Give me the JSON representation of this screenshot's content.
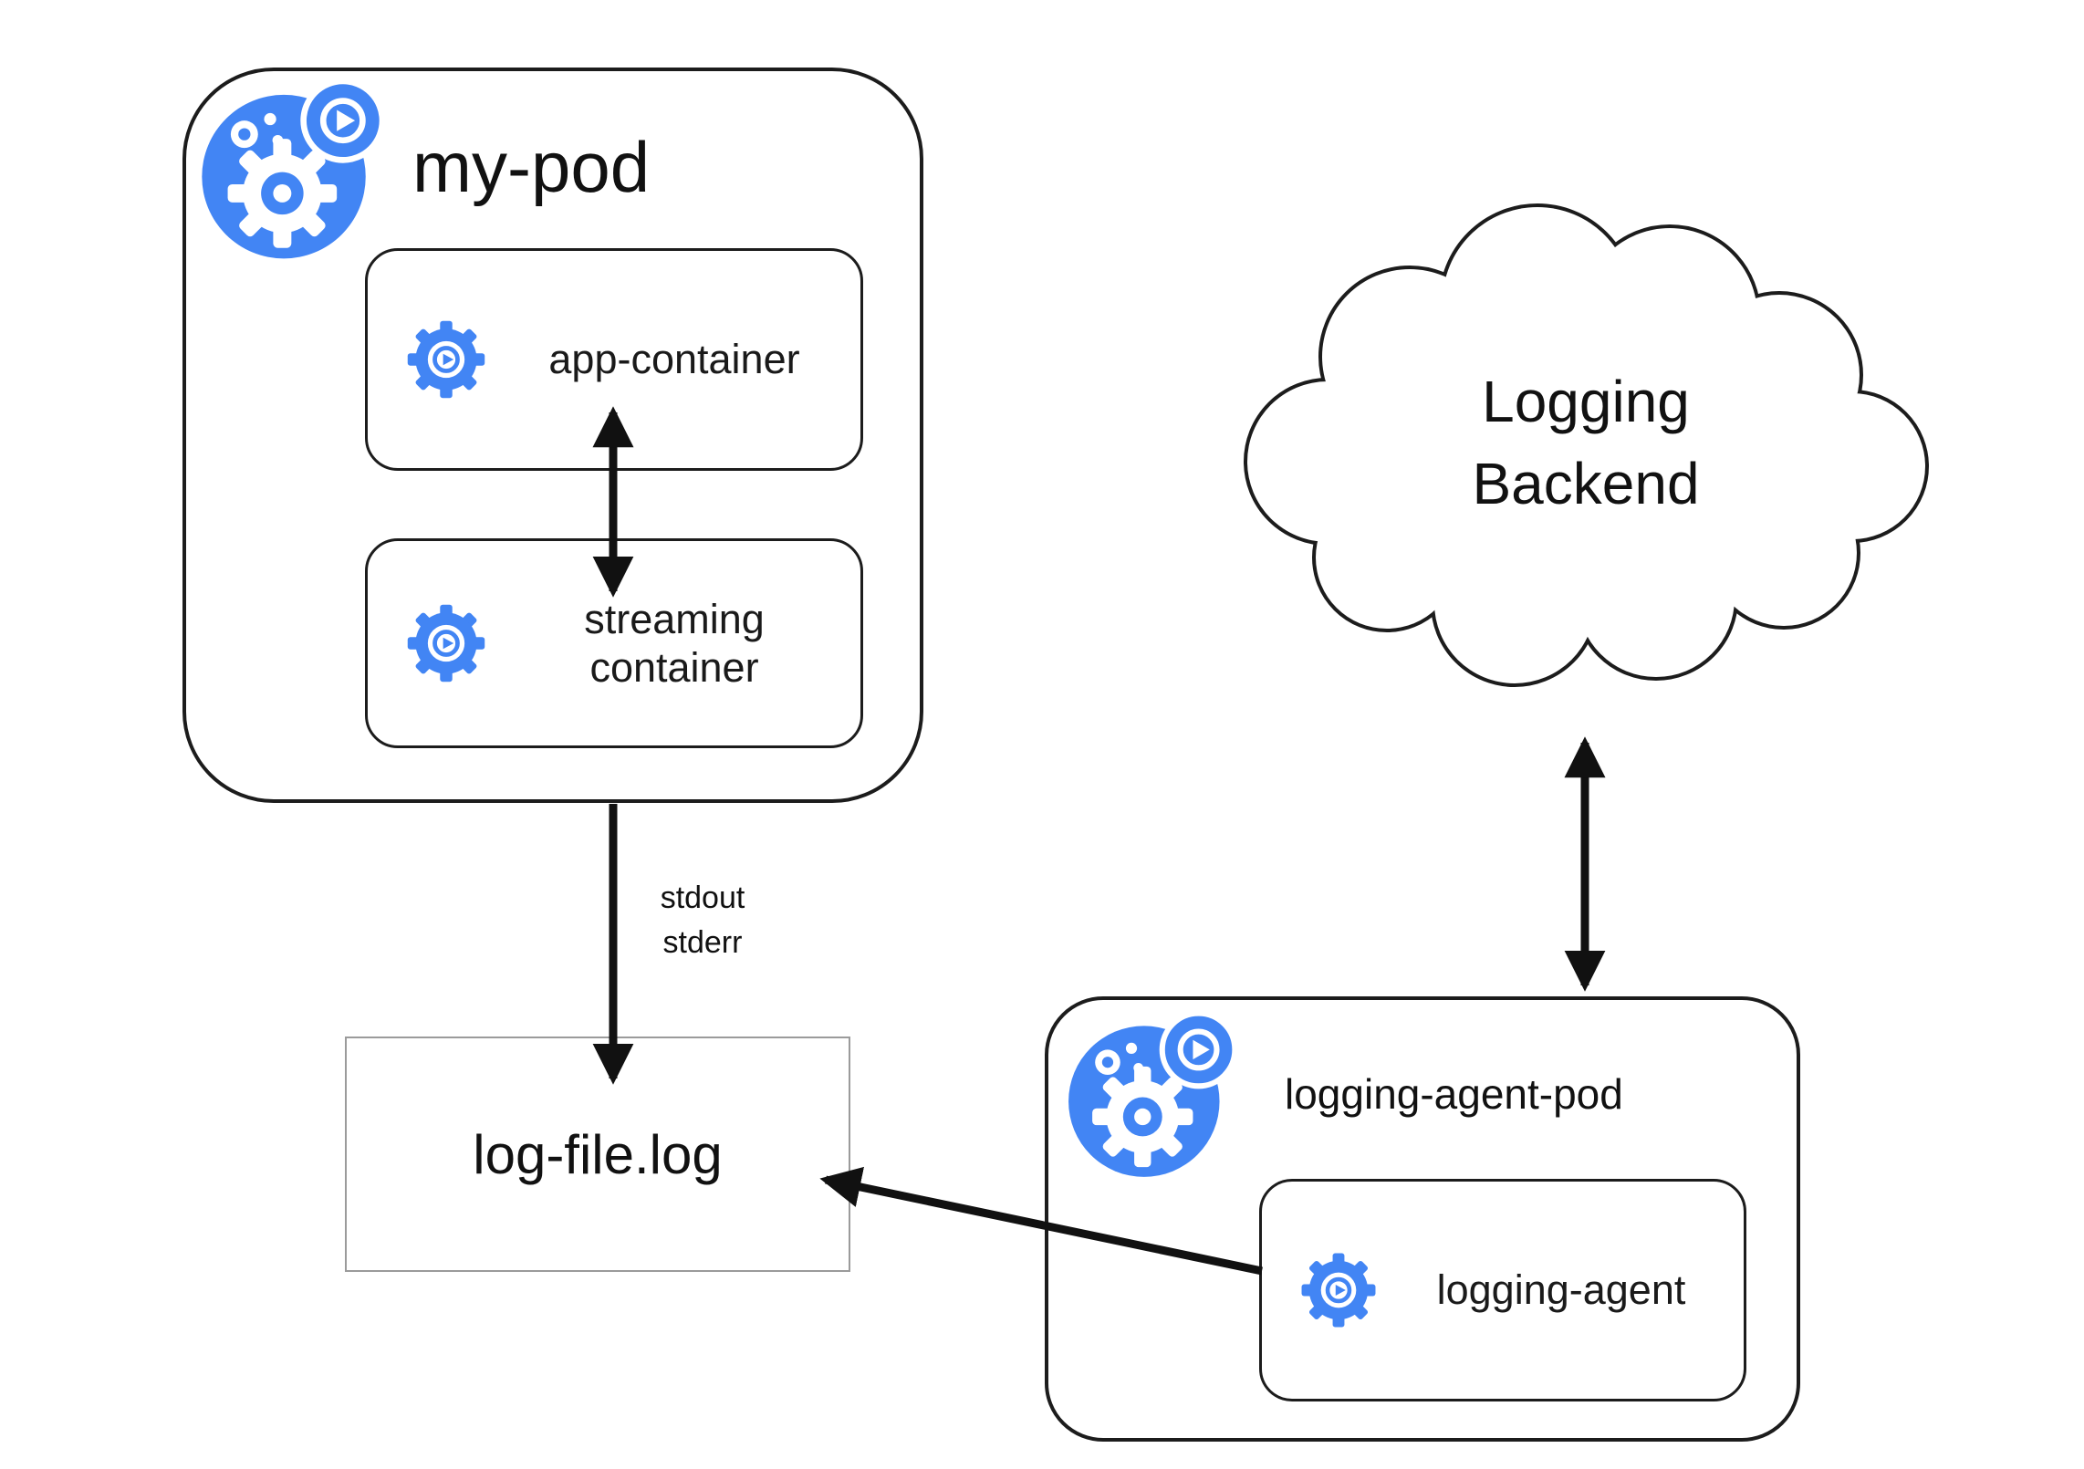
{
  "diagram": {
    "my_pod": {
      "title": "my-pod",
      "app_container_label": "app-container",
      "streaming_container_label": "streaming container"
    },
    "stream_labels": {
      "stdout": "stdout",
      "stderr": "stderr"
    },
    "log_file": {
      "label": "log-file.log"
    },
    "logging_backend": {
      "label": "Logging\nBackend"
    },
    "logging_agent_pod": {
      "title": "logging-agent-pod",
      "agent_label": "logging-agent"
    },
    "icons": {
      "pod_icon": "kubernetes-pod-icon",
      "container_icon": "container-gear-play-icon"
    },
    "colors": {
      "kubernetes_blue": "#4285f4",
      "line_black": "#111111",
      "box_border": "#1c1c1c",
      "logfile_border": "#9b9b9b"
    }
  }
}
